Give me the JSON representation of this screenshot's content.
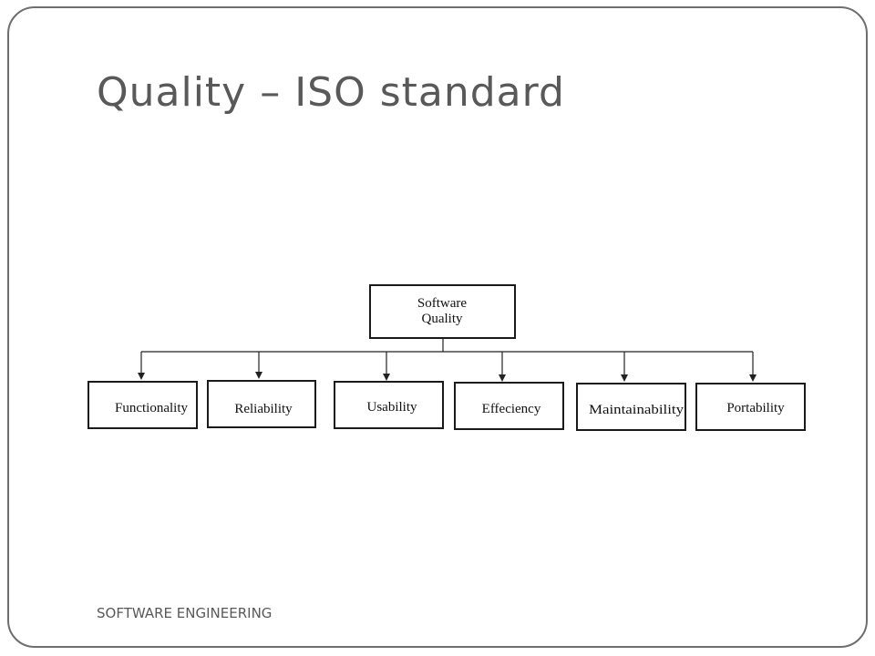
{
  "slide": {
    "title": "Quality – ISO standard",
    "footer": "SOFTWARE  ENGINEERING"
  },
  "diagram": {
    "root": {
      "line1": "Software",
      "line2": "Quality"
    },
    "children": [
      {
        "label": "Functionality"
      },
      {
        "label": "Reliability"
      },
      {
        "label": "Usability"
      },
      {
        "label": "Effeciency"
      },
      {
        "label": "Maintainability"
      },
      {
        "label": "Portability"
      }
    ]
  },
  "colors": {
    "title": "#595959",
    "frame": "#6e6e6e",
    "box_stroke": "#1a1a1a"
  }
}
